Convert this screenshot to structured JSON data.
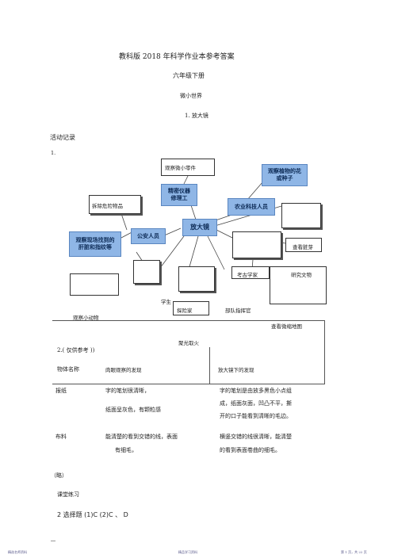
{
  "header": {
    "title": "教科版   2018  年科学作业本参考答案",
    "grade": "六年级下册",
    "unit": "微小世界",
    "lesson": "1. 放大镜"
  },
  "activity": {
    "heading": "活动记录",
    "item1": "1."
  },
  "diagram": {
    "center": "放大镜",
    "nodes": {
      "repair": "精密仪器\n修理工",
      "flower": "观察植物的花\n或种子",
      "farmer": "农业科技人员",
      "police": "公安人员",
      "fingerprint": "观察现场找到的\n肝脏和指纹等"
    },
    "labels": {
      "parts": "观察微小零件",
      "dismantle": "拆除危险物品",
      "newspaper": "查看脏芽",
      "archaeologist": "考古学家",
      "relics": "研究文物",
      "student": "学生",
      "explorer": "探险家",
      "commander": "部队指挥官",
      "small_animals": "观察小动物",
      "map": "查看微缩地图",
      "focus": "聚光取火"
    }
  },
  "table": {
    "note": "2.(  仅供参考   ))",
    "headers": [
      "物体名称",
      "肉眼观察的发现",
      "放大镜下的发现"
    ],
    "rows": [
      {
        "name": "报纸",
        "naked": [
          "字的笔划很清晰，",
          "纸面呈灰色，有颗粒感"
        ],
        "magnified": [
          "字的笔划是由放多黑色小点组",
          "成，纸面灰面，凹凸不平，撕",
          "开的口子能看到清晰的毛边。"
        ]
      },
      {
        "name": "布料",
        "naked": [
          "能清楚的看到交错的线，表面",
          "有细毛，"
        ],
        "magnified": [
          "横竖交错的线很清晰，能清楚",
          "的看到表面卷曲的细毛。"
        ]
      }
    ]
  },
  "after": {
    "omit": "（略）",
    "practice": "课堂练习",
    "choice": "2 选择题    (1)C   (2)C  、 D"
  },
  "footer": {
    "left": "精选名师资料",
    "center": "精品学习资料",
    "right": "第 1 页，共 22 页"
  }
}
